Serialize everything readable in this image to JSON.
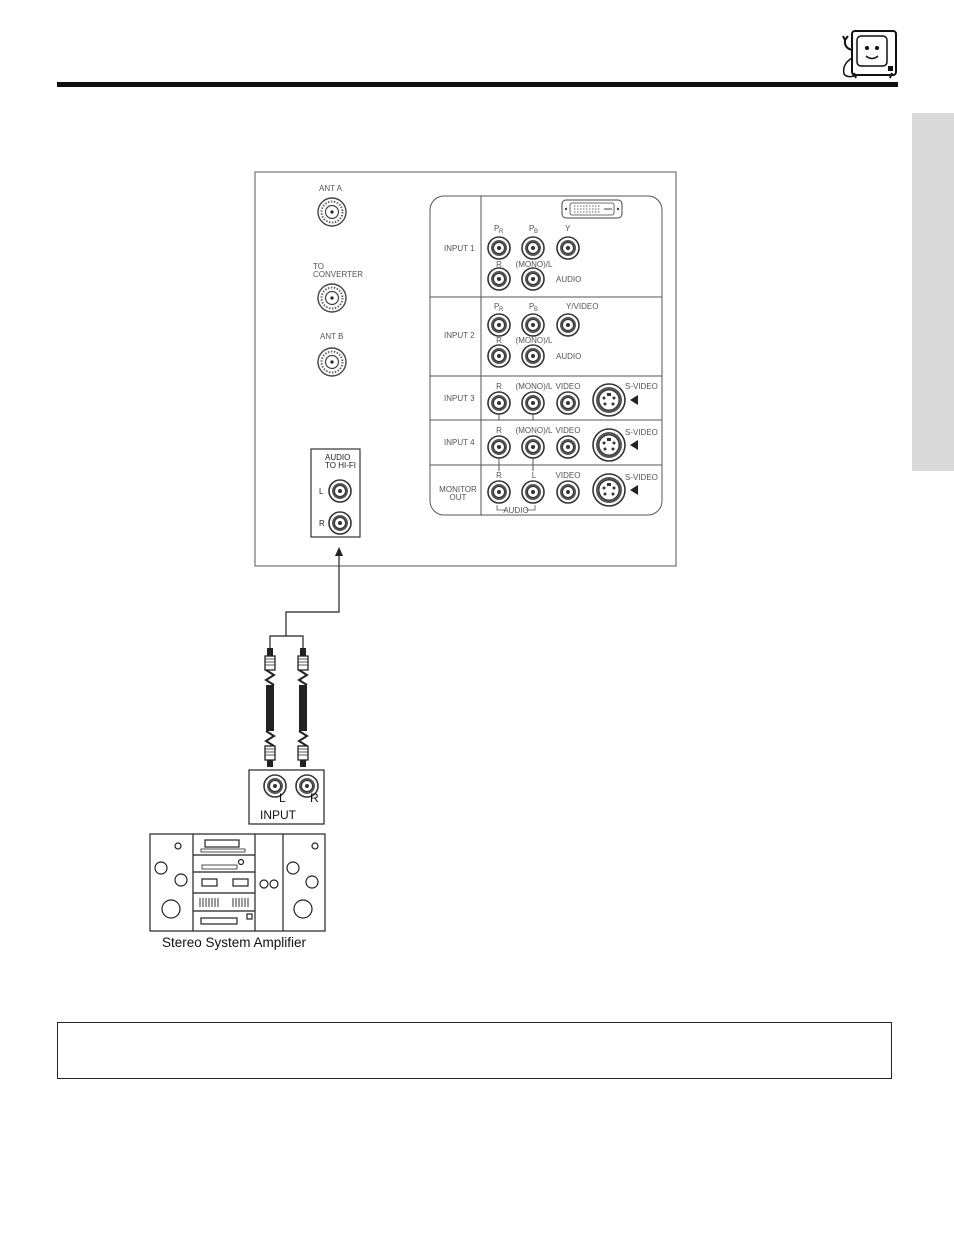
{
  "tv_panel": {
    "antenna": {
      "ant_a": "ANT A",
      "to_converter_line1": "TO",
      "to_converter_line2": "CONVERTER",
      "ant_b": "ANT B"
    },
    "audio_to_hifi": {
      "line1": "AUDIO",
      "line2": "TO HI-FI",
      "left": "L",
      "right": "R"
    },
    "inputs": [
      {
        "name": "INPUT 1",
        "top_jacks": [
          "P",
          "P",
          "Y"
        ],
        "top_subs": [
          "R",
          "B",
          ""
        ],
        "bottom_jacks": [
          "R",
          "(MONO)/L"
        ],
        "extra": "AUDIO"
      },
      {
        "name": "INPUT 2",
        "top_jacks": [
          "P",
          "P",
          "Y/VIDEO"
        ],
        "top_subs": [
          "R",
          "B",
          ""
        ],
        "bottom_jacks": [
          "R",
          "(MONO)/L"
        ],
        "extra": "AUDIO"
      },
      {
        "name": "INPUT 3",
        "jacks": [
          "R",
          "(MONO)/L",
          "VIDEO"
        ],
        "svideo": "S-VIDEO"
      },
      {
        "name": "INPUT 4",
        "jacks": [
          "R",
          "(MONO)/L",
          "VIDEO"
        ],
        "svideo": "S-VIDEO"
      },
      {
        "name_line1": "MONITOR",
        "name_line2": "OUT",
        "jacks": [
          "R",
          "L",
          "VIDEO"
        ],
        "svideo": "S-VIDEO",
        "audio_bracket": "AUDIO"
      }
    ]
  },
  "stereo": {
    "input_label": "INPUT",
    "left": "L",
    "right": "R",
    "caption": "Stereo System Amplifier"
  }
}
